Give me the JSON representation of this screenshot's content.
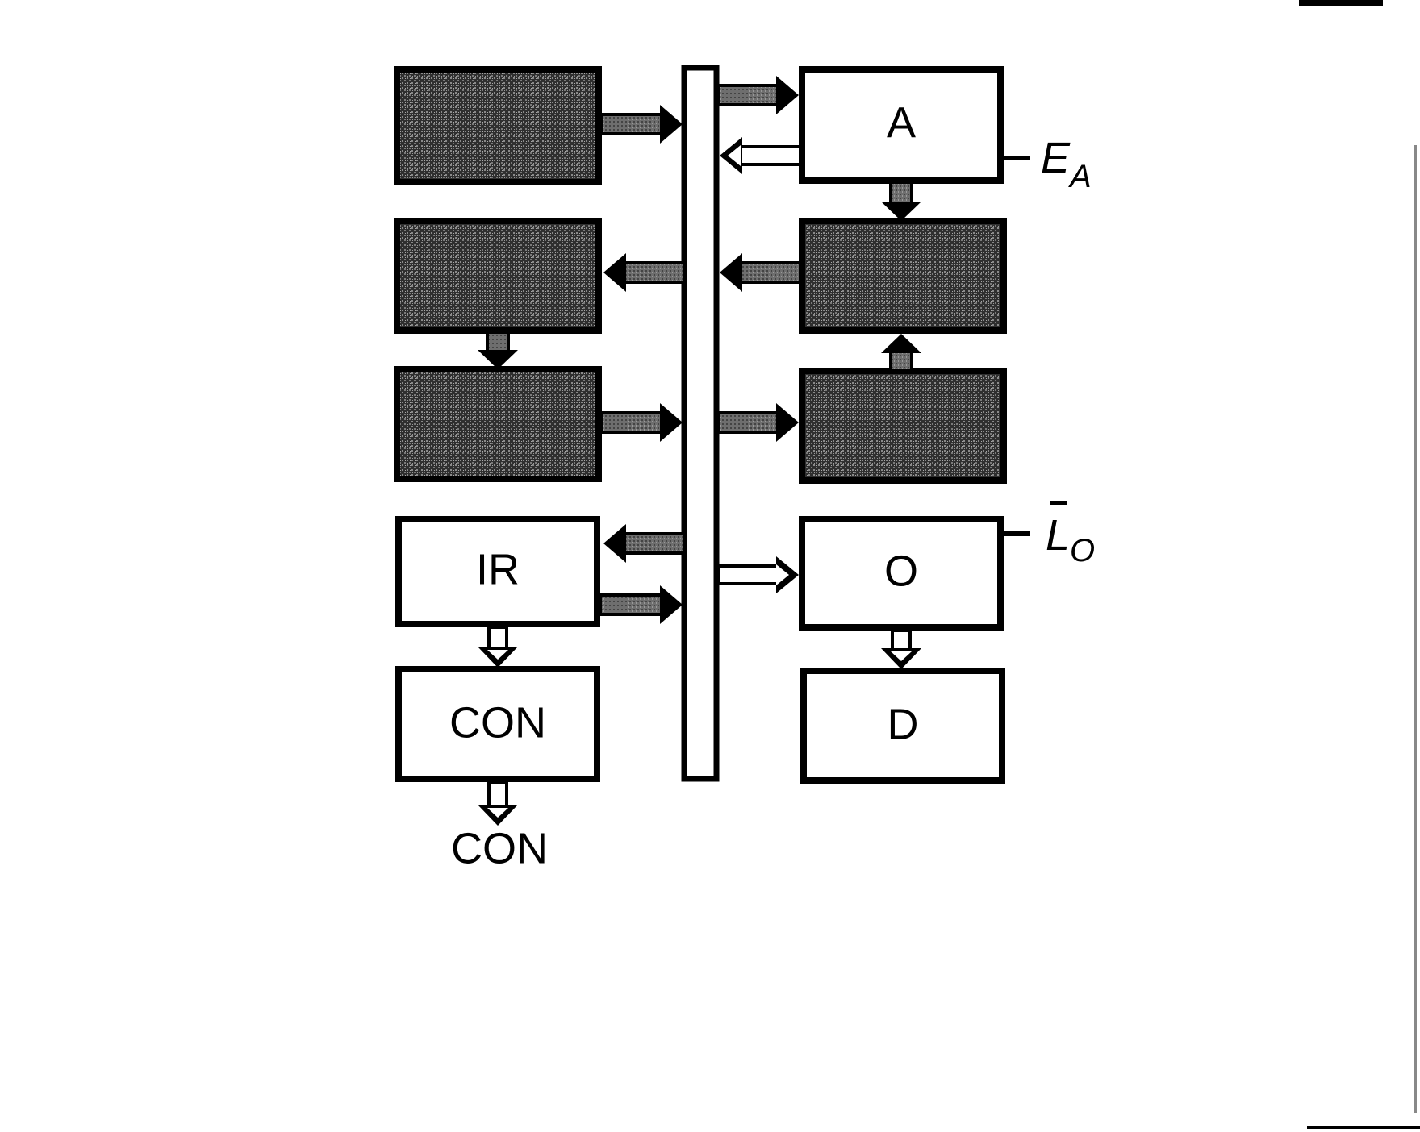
{
  "diagram": {
    "blocks": {
      "accumulator": "A",
      "instruction_register": "IR",
      "controller": "CON",
      "output_register": "O",
      "display": "D"
    },
    "signals": {
      "enable_a": {
        "main": "E",
        "sub": "A"
      },
      "load_o": {
        "main": "L",
        "sub": "O"
      }
    },
    "control_output_label": "CON",
    "colors": {
      "shaded_block": "#3d3d3d",
      "shaded_arrow": "#5e5e5e",
      "outline": "#000000",
      "background": "#ffffff"
    }
  }
}
